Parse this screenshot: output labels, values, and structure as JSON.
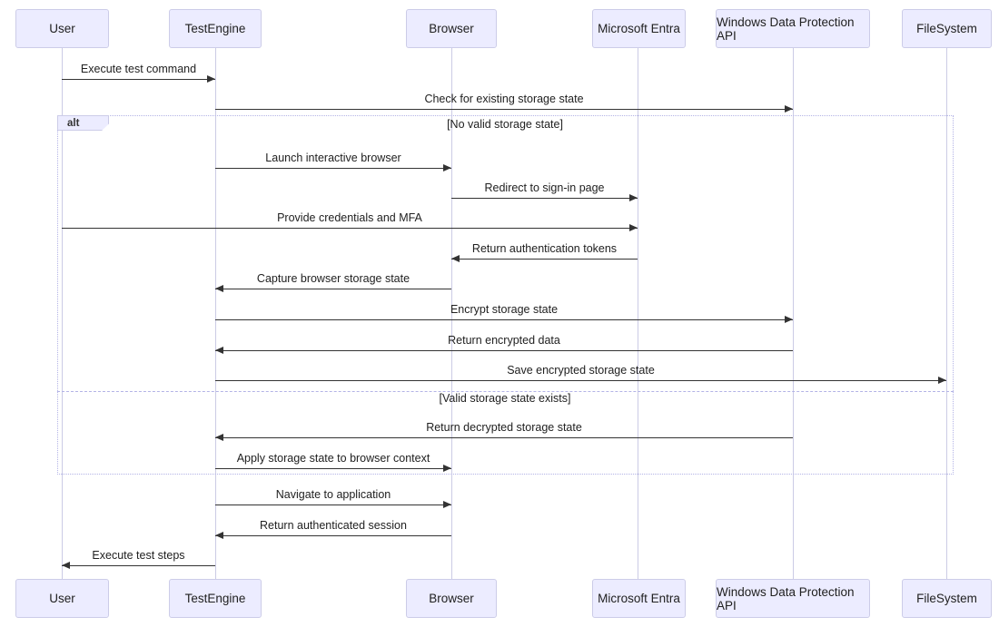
{
  "diagram_type": "sequence",
  "participants": [
    {
      "name": "User"
    },
    {
      "name": "TestEngine"
    },
    {
      "name": "Browser"
    },
    {
      "name": "Microsoft Entra"
    },
    {
      "name": "Windows Data Protection API"
    },
    {
      "name": "FileSystem"
    }
  ],
  "messages": [
    {
      "from": "User",
      "to": "TestEngine",
      "label": "Execute test command",
      "direction": "right"
    },
    {
      "from": "TestEngine",
      "to": "Windows Data Protection API",
      "label": "Check for existing storage state",
      "direction": "right"
    },
    {
      "from": "TestEngine",
      "to": "Browser",
      "label": "Launch interactive browser",
      "direction": "right"
    },
    {
      "from": "Browser",
      "to": "Microsoft Entra",
      "label": "Redirect to sign-in page",
      "direction": "right"
    },
    {
      "from": "User",
      "to": "Microsoft Entra",
      "label": "Provide credentials and MFA",
      "direction": "right"
    },
    {
      "from": "Microsoft Entra",
      "to": "Browser",
      "label": "Return authentication tokens",
      "direction": "left"
    },
    {
      "from": "Browser",
      "to": "TestEngine",
      "label": "Capture browser storage state",
      "direction": "left"
    },
    {
      "from": "TestEngine",
      "to": "Windows Data Protection API",
      "label": "Encrypt storage state",
      "direction": "right"
    },
    {
      "from": "Windows Data Protection API",
      "to": "TestEngine",
      "label": "Return encrypted data",
      "direction": "left"
    },
    {
      "from": "TestEngine",
      "to": "FileSystem",
      "label": "Save encrypted storage state",
      "direction": "right"
    },
    {
      "from": "Windows Data Protection API",
      "to": "TestEngine",
      "label": "Return decrypted storage state",
      "direction": "left"
    },
    {
      "from": "TestEngine",
      "to": "Browser",
      "label": "Apply storage state to browser context",
      "direction": "right"
    },
    {
      "from": "TestEngine",
      "to": "Browser",
      "label": "Navigate to application",
      "direction": "right"
    },
    {
      "from": "Browser",
      "to": "TestEngine",
      "label": "Return authenticated session",
      "direction": "left"
    },
    {
      "from": "TestEngine",
      "to": "User",
      "label": "Execute test steps",
      "direction": "left"
    }
  ],
  "alt_frame": {
    "label": "alt",
    "conditions": [
      "[No valid storage state]",
      "[Valid storage state exists]"
    ]
  },
  "colors": {
    "participant_fill": "#ECECFF",
    "participant_border": "#CCCCE8",
    "lifeline": "#CBCBE5",
    "arrow": "#333333",
    "frame_border": "#B3B3E6",
    "text": "#212121"
  }
}
